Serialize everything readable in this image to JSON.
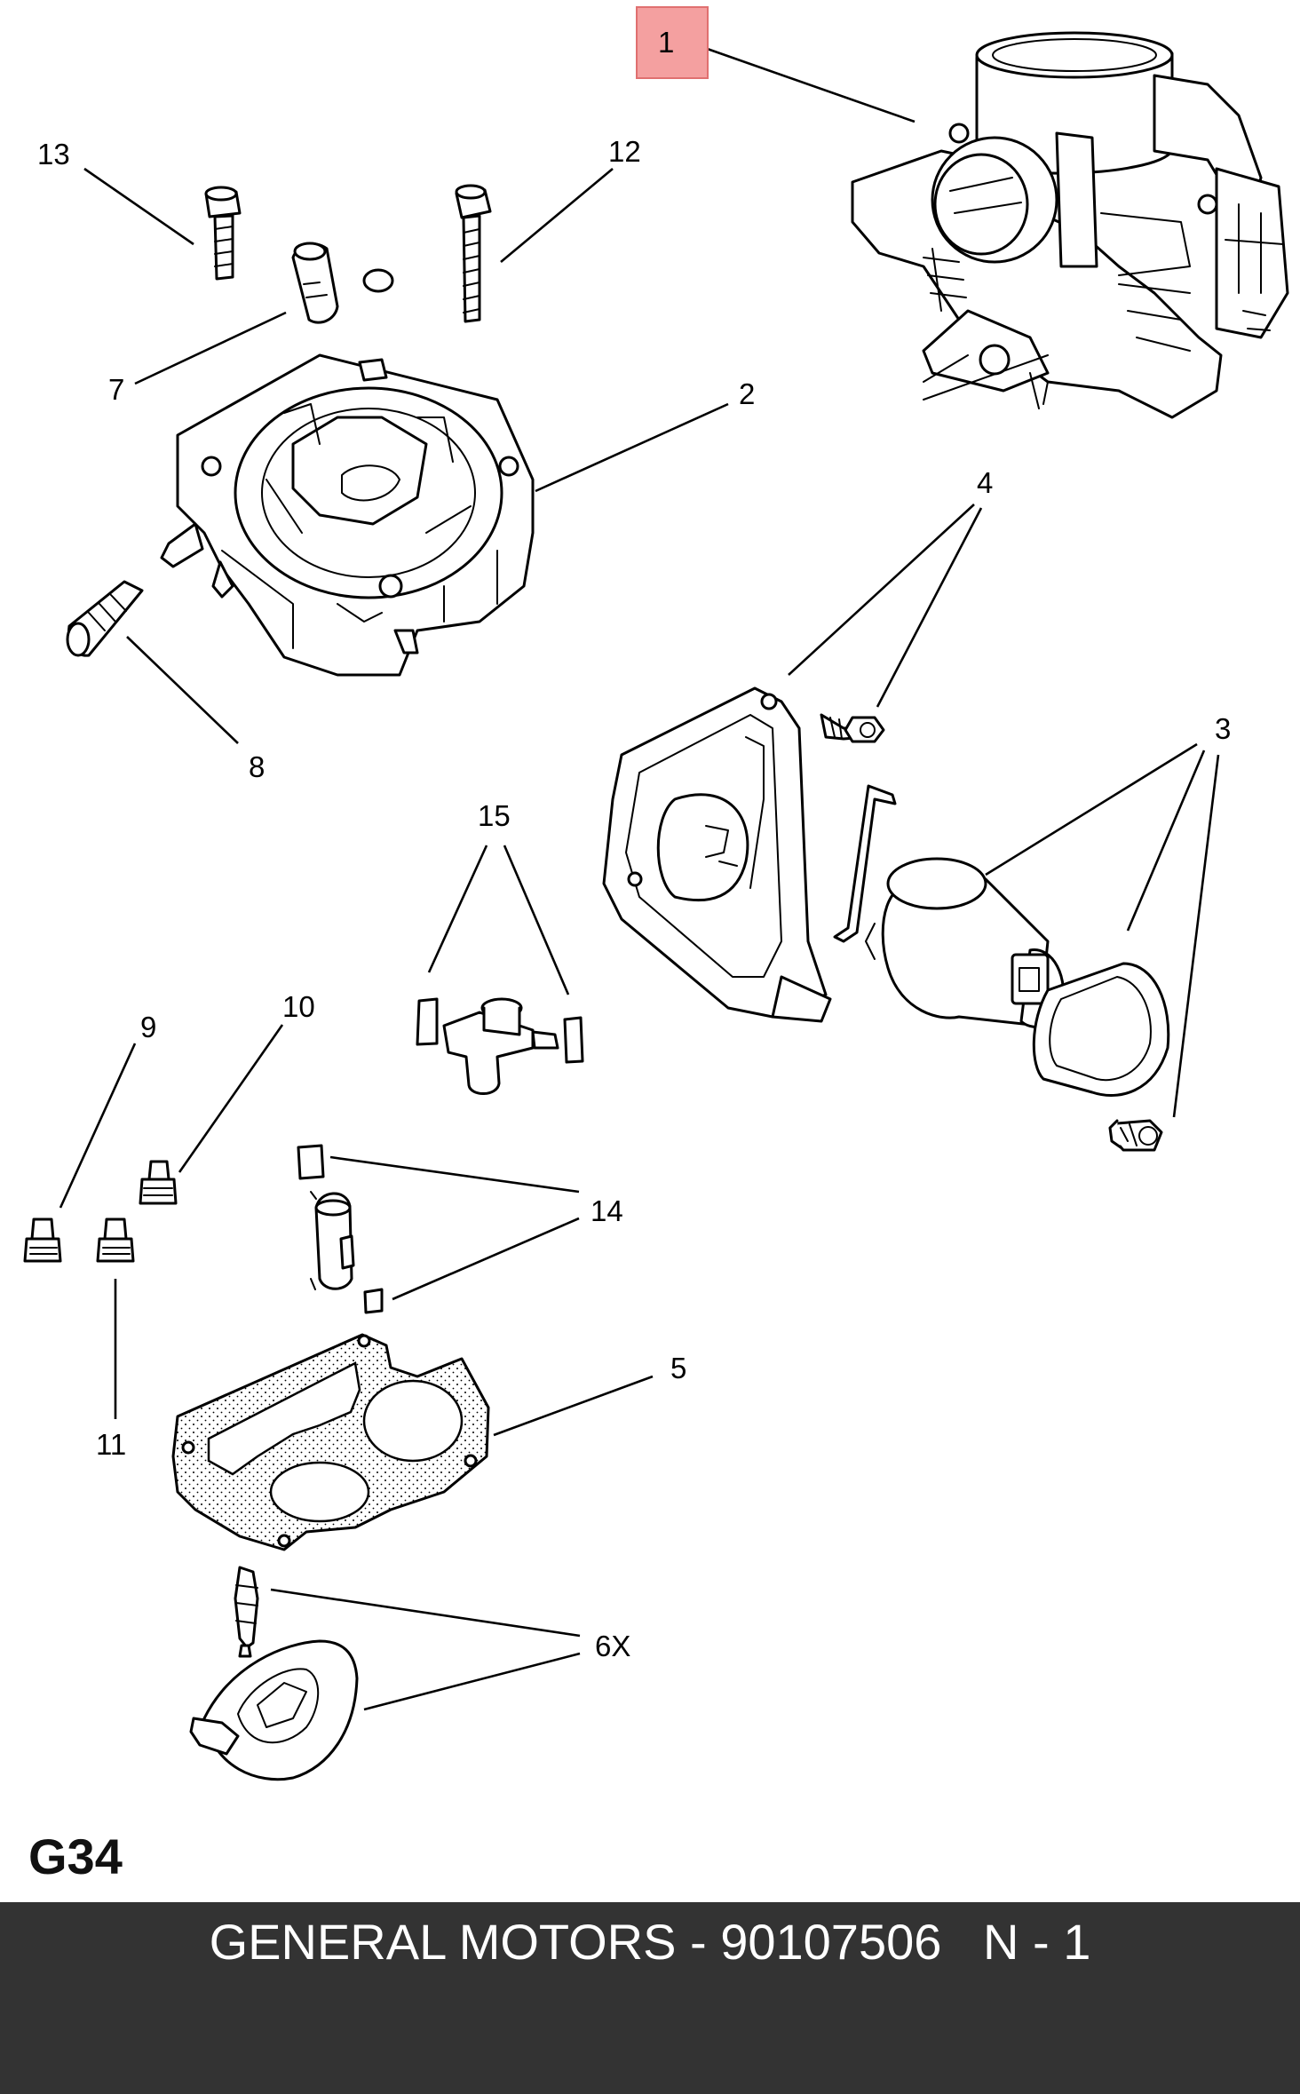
{
  "diagram": {
    "callouts": {
      "c1": "1",
      "c2": "2",
      "c3": "3",
      "c4": "4",
      "c5": "5",
      "c6": "6X",
      "c7": "7",
      "c8": "8",
      "c9": "9",
      "c10": "10",
      "c11": "11",
      "c12": "12",
      "c13": "13",
      "c14": "14",
      "c15": "15"
    },
    "highlighted_callout": "1",
    "highlight_color": "#f4a0a0",
    "page_code": "G34"
  },
  "footer": {
    "text": "GENERAL MOTORS - 90107506   N - 1",
    "background": "#333333"
  }
}
